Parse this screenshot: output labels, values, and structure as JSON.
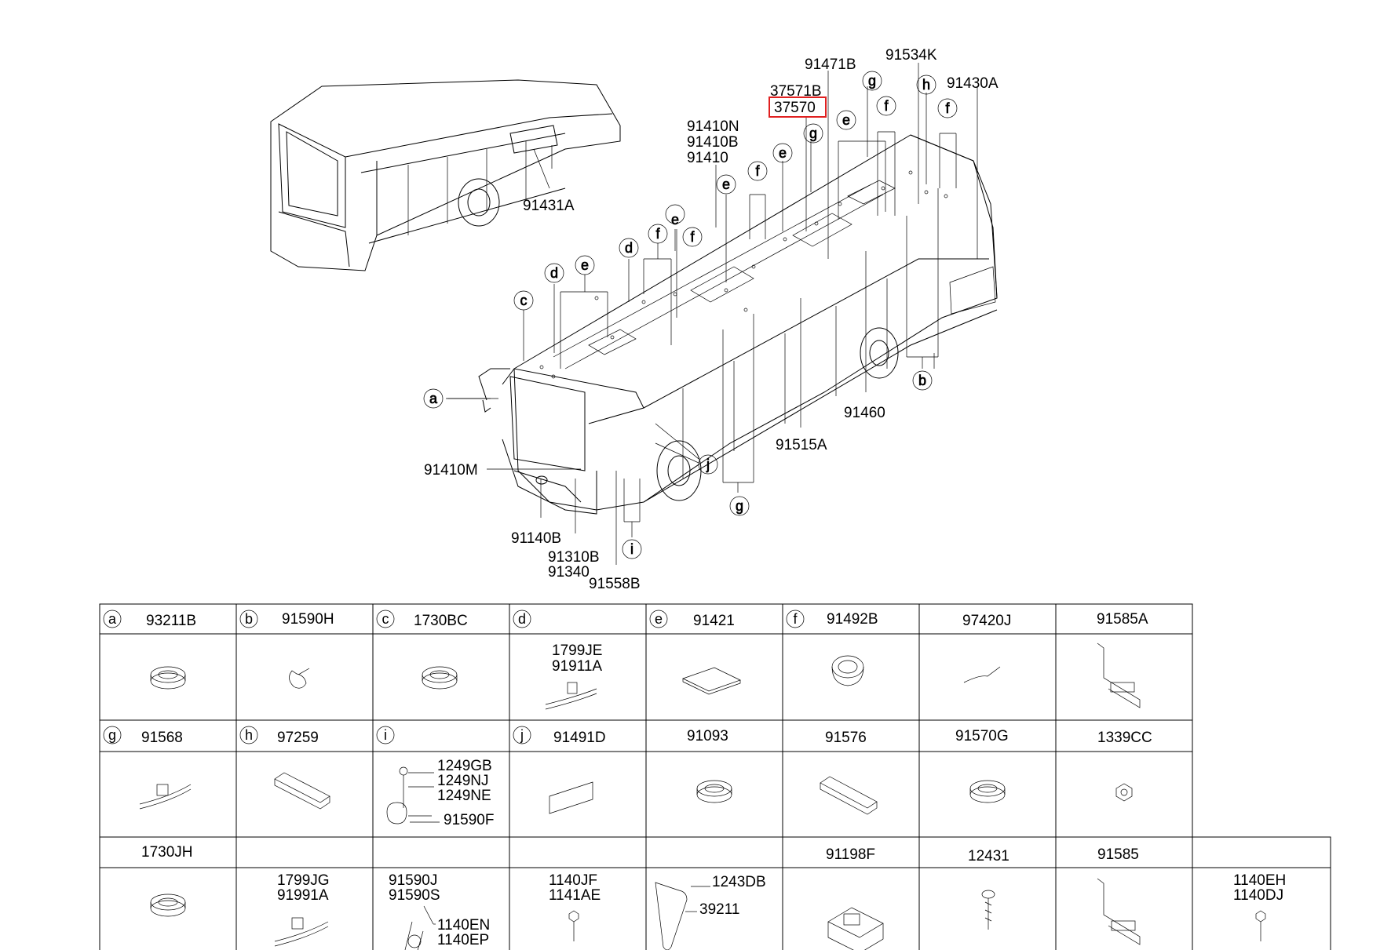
{
  "highlight_color": "#e02020",
  "callouts": {
    "c91431A": "91431A",
    "c91471B": "91471B",
    "c91534K": "91534K",
    "c91430A": "91430A",
    "c37571B": "37571B",
    "c37570": "37570",
    "c91410N": "91410N",
    "c91410B": "91410B",
    "c91410": "91410",
    "c91460": "91460",
    "c91515A": "91515A",
    "c91410M": "91410M",
    "c91140B": "91140B",
    "c91310B": "91310B",
    "c91340": "91340",
    "c91558B": "91558B"
  },
  "letters": {
    "a": "a",
    "b": "b",
    "c": "c",
    "d": "d",
    "e": "e",
    "f": "f",
    "g": "g",
    "h": "h",
    "i": "i",
    "j": "j"
  },
  "parts_table": {
    "r1": [
      {
        "letter": "a",
        "label": "93211B"
      },
      {
        "letter": "b",
        "label": "91590H"
      },
      {
        "letter": "c",
        "label": "1730BC"
      },
      {
        "letter": "d",
        "label": ""
      },
      {
        "letter": "e",
        "label": "91421"
      },
      {
        "letter": "f",
        "label": "91492B"
      },
      {
        "letter": "",
        "label": "97420J"
      },
      {
        "letter": "",
        "label": "91585A"
      }
    ],
    "r1_inner": {
      "d1": "1799JE",
      "d2": "91911A"
    },
    "r2": [
      {
        "letter": "g",
        "label": "91568"
      },
      {
        "letter": "h",
        "label": "97259"
      },
      {
        "letter": "i",
        "label": ""
      },
      {
        "letter": "j",
        "label": "91491D"
      },
      {
        "letter": "",
        "label": "91093"
      },
      {
        "letter": "",
        "label": "91576"
      },
      {
        "letter": "",
        "label": "91570G"
      },
      {
        "letter": "",
        "label": "1339CC"
      }
    ],
    "r2_inner": {
      "i1": "1249GB",
      "i2": "1249NJ",
      "i3": "1249NE",
      "i4": "91590F"
    },
    "r3": [
      {
        "label": "1730JH"
      },
      {
        "label": ""
      },
      {
        "label": ""
      },
      {
        "label": ""
      },
      {
        "label": ""
      },
      {
        "label": "91198F"
      },
      {
        "label": "12431"
      },
      {
        "label": "91585"
      },
      {
        "label": ""
      }
    ],
    "r3_inner": {
      "b1": "1799JG",
      "b2": "91991A",
      "c1": "91590J",
      "c2": "91590S",
      "c3": "1140EN",
      "c4": "1140EP",
      "d1": "1140JF",
      "d2": "1141AE",
      "e1": "1243DB",
      "e2": "39211",
      "i1": "1140EH",
      "i2": "1140DJ"
    }
  }
}
